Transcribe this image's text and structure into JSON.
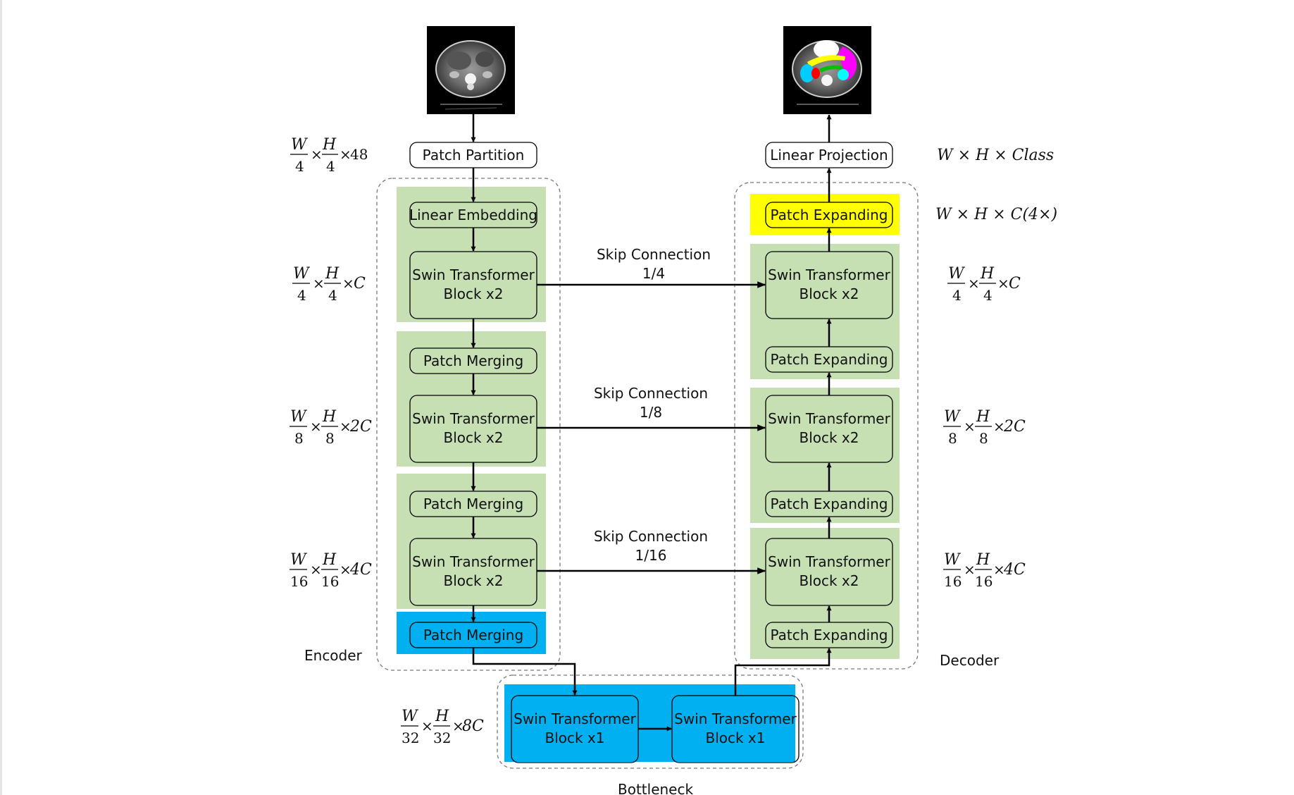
{
  "blocks": {
    "patch_partition": "Patch Partition",
    "linear_embedding": "Linear Embedding",
    "linear_projection": "Linear Projection",
    "patch_merging": "Patch Merging",
    "patch_expanding": "Patch Expanding",
    "swin_line1": "Swin Transformer",
    "swin_block_x2": "Block x2",
    "swin_block_x1": "Block x1"
  },
  "skip_connections": [
    {
      "title": "Skip Connection",
      "ratio": "1/4"
    },
    {
      "title": "Skip Connection",
      "ratio": "1/8"
    },
    {
      "title": "Skip Connection",
      "ratio": "1/16"
    }
  ],
  "section_labels": {
    "encoder": "Encoder",
    "decoder": "Decoder",
    "bottleneck": "Bottleneck"
  },
  "dimensions": {
    "W": "W",
    "H": "H",
    "times": "×",
    "d4": "4",
    "d8": "8",
    "d16": "16",
    "d32": "32",
    "s48": "48",
    "sC": "C",
    "s2C": "2C",
    "s4C": "4C",
    "s8C": "8C",
    "output": "W × H × Class",
    "expand_output": "W × H × C(4×)"
  },
  "colors": {
    "encoder_stage": "#c6e0b4",
    "bottleneck": "#00b0f0",
    "final_expand": "#ffff00",
    "page": "#ffffff"
  },
  "images": {
    "input": "ct-scan-slice",
    "output": "segmentation-mask-overlay"
  }
}
